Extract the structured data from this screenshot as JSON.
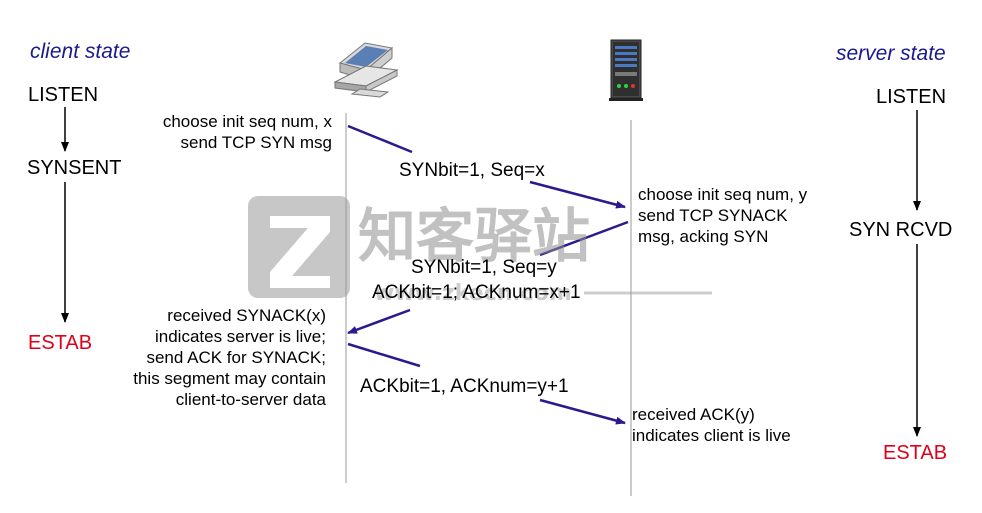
{
  "headers": {
    "client": "client state",
    "server": "server state"
  },
  "client_states": {
    "listen": "LISTEN",
    "synsent": "SYNSENT",
    "estab": "ESTAB"
  },
  "server_states": {
    "listen": "LISTEN",
    "synrcvd": "SYN RCVD",
    "estab": "ESTAB"
  },
  "client_notes": {
    "choose_seq": [
      "choose init seq num, x",
      "send TCP SYN msg"
    ],
    "received_synack": [
      "received SYNACK(x)",
      "indicates server is live;",
      "send ACK for SYNACK;",
      "this segment may contain",
      "client-to-server data"
    ]
  },
  "server_notes": {
    "choose_seq": [
      "choose init seq num, y",
      "send TCP SYNACK",
      "msg, acking SYN"
    ],
    "received_ack": [
      "received ACK(y)",
      "indicates client is live"
    ]
  },
  "messages": {
    "syn": "SYNbit=1, Seq=x",
    "synack": [
      "SYNbit=1, Seq=y",
      "ACKbit=1; ACKnum=x+1"
    ],
    "ack": "ACKbit=1, ACKnum=y+1"
  },
  "colors": {
    "header": "#1a1a8c",
    "estab": "#e0001b",
    "arrow": "#2a1a8e",
    "timeline": "#bbbbbb"
  },
  "icons": {
    "client": "desktop-computer-icon",
    "server": "server-tower-icon"
  },
  "watermark": {
    "brand": "知客驿站",
    "url": "www.zkecn.com"
  }
}
